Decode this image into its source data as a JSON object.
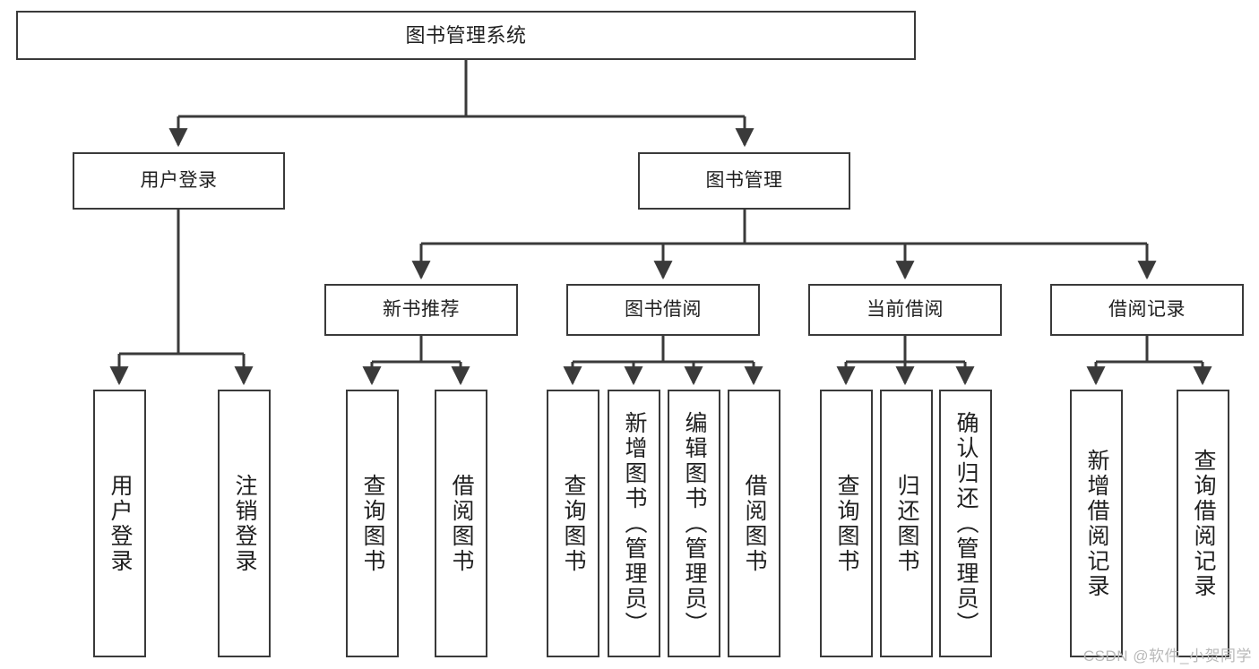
{
  "diagram": {
    "title": "图书管理系统",
    "watermark": "CSDN @软件_小贺同学",
    "accent_color": "#3a3a3a",
    "background_color": "#ffffff",
    "nodes": {
      "root": {
        "label": "图书管理系统"
      },
      "level1": [
        {
          "id": "user-login",
          "label": "用户登录"
        },
        {
          "id": "book-management",
          "label": "图书管理"
        }
      ],
      "level2": [
        {
          "id": "new-book-recommend",
          "label": "新书推荐"
        },
        {
          "id": "book-borrow",
          "label": "图书借阅"
        },
        {
          "id": "current-borrow",
          "label": "当前借阅"
        },
        {
          "id": "borrow-record",
          "label": "借阅记录"
        }
      ],
      "leaves": {
        "user_login": [
          {
            "id": "leaf-user-login",
            "label": "用户登录"
          },
          {
            "id": "leaf-logout-login",
            "label": "注销登录"
          }
        ],
        "new_book_recommend": [
          {
            "id": "leaf-query-book-1",
            "label": "查询图书"
          },
          {
            "id": "leaf-borrow-book-1",
            "label": "借阅图书"
          }
        ],
        "book_borrow": [
          {
            "id": "leaf-query-book-2",
            "label": "查询图书"
          },
          {
            "id": "leaf-add-book",
            "label": "新增图书（管理员）"
          },
          {
            "id": "leaf-edit-book",
            "label": "编辑图书（管理员）"
          },
          {
            "id": "leaf-borrow-book-2",
            "label": "借阅图书"
          }
        ],
        "current_borrow": [
          {
            "id": "leaf-query-book-3",
            "label": "查询图书"
          },
          {
            "id": "leaf-return-book",
            "label": "归还图书"
          },
          {
            "id": "leaf-confirm-return",
            "label": "确认归还（管理员）"
          }
        ],
        "borrow_record": [
          {
            "id": "leaf-add-record",
            "label": "新增借阅记录"
          },
          {
            "id": "leaf-query-record",
            "label": "查询借阅记录"
          }
        ]
      }
    }
  }
}
